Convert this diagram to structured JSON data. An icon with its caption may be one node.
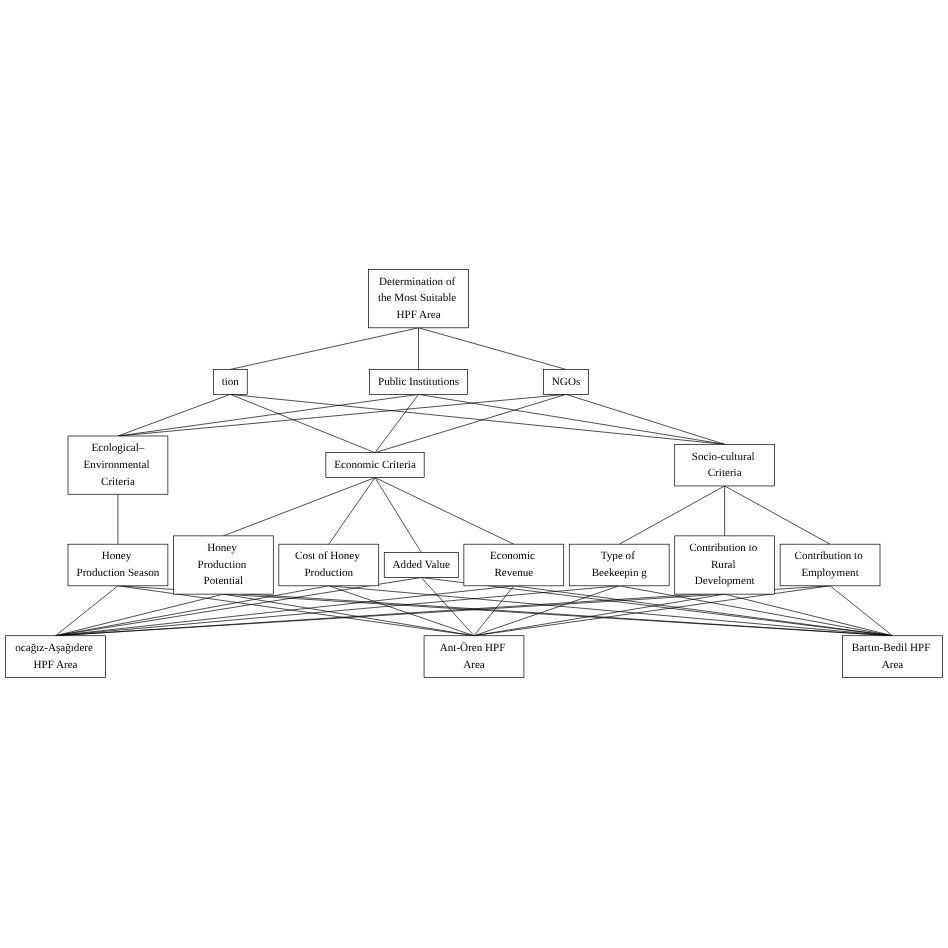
{
  "diagram": {
    "nodes": [
      {
        "text": [
          "Determination of the Most Suitable HPF Area"
        ]
      },
      {
        "text": [
          "tion"
        ]
      },
      {
        "text": [
          "Public Institutions"
        ]
      },
      {
        "text": [
          "NGOs"
        ]
      },
      {
        "text": [
          "Ecological–Environmental Criteria"
        ]
      },
      {
        "text": [
          "Economic Criteria"
        ]
      },
      {
        "text": [
          "Socio-cultural Criteria"
        ]
      },
      {
        "text": [
          "Honey Production Season"
        ]
      },
      {
        "text": [
          "Honey Production Potential"
        ]
      },
      {
        "text": [
          "Cost of Honey Production"
        ]
      },
      {
        "text": [
          "Added Value"
        ]
      },
      {
        "text": [
          "Economic Revenue"
        ]
      },
      {
        "text": [
          "Type of Beekeepin g"
        ]
      },
      {
        "text": [
          "Contribution to Rural Development"
        ]
      },
      {
        "text": [
          "Contribution to Employment"
        ]
      },
      {
        "text": [
          "ocağız-Aşağıdere HPF Area"
        ]
      },
      {
        "text": [
          "Ant-Ören HPF Area"
        ]
      },
      {
        "text": [
          "Bartın-Bedil HPF Area"
        ]
      }
    ],
    "edges": [
      {
        "from": 0,
        "to": 1,
        "arrow": "none"
      },
      {
        "from": 0,
        "to": 2,
        "arrow": "none"
      },
      {
        "from": 0,
        "to": 3,
        "arrow": "none"
      },
      {
        "from": 1,
        "to": 4,
        "arrow": "none"
      },
      {
        "from": 1,
        "to": 5,
        "arrow": "none"
      },
      {
        "from": 1,
        "to": 6,
        "arrow": "none"
      },
      {
        "from": 2,
        "to": 4,
        "arrow": "none"
      },
      {
        "from": 2,
        "to": 5,
        "arrow": "none"
      },
      {
        "from": 2,
        "to": 6,
        "arrow": "none"
      },
      {
        "from": 3,
        "to": 4,
        "arrow": "none"
      },
      {
        "from": 3,
        "to": 5,
        "arrow": "none"
      },
      {
        "from": 3,
        "to": 6,
        "arrow": "none"
      },
      {
        "from": 4,
        "to": 7,
        "arrow": "none"
      },
      {
        "from": 5,
        "to": 8,
        "arrow": "none"
      },
      {
        "from": 5,
        "to": 9,
        "arrow": "none"
      },
      {
        "from": 5,
        "to": 10,
        "arrow": "none"
      },
      {
        "from": 5,
        "to": 11,
        "arrow": "none"
      },
      {
        "from": 6,
        "to": 12,
        "arrow": "none"
      },
      {
        "from": 6,
        "to": 13,
        "arrow": "none"
      },
      {
        "from": 6,
        "to": 14,
        "arrow": "none"
      },
      {
        "from": 7,
        "to": 15,
        "arrow": "none"
      },
      {
        "from": 7,
        "to": 16,
        "arrow": "none"
      },
      {
        "from": 7,
        "to": 17,
        "arrow": "none"
      },
      {
        "from": 8,
        "to": 15,
        "arrow": "none"
      },
      {
        "from": 8,
        "to": 16,
        "arrow": "none"
      },
      {
        "from": 8,
        "to": 17,
        "arrow": "none"
      },
      {
        "from": 9,
        "to": 15,
        "arrow": "none"
      },
      {
        "from": 9,
        "to": 16,
        "arrow": "none"
      },
      {
        "from": 9,
        "to": 17,
        "arrow": "none"
      },
      {
        "from": 10,
        "to": 15,
        "arrow": "none"
      },
      {
        "from": 10,
        "to": 16,
        "arrow": "none"
      },
      {
        "from": 10,
        "to": 17,
        "arrow": "none"
      },
      {
        "from": 11,
        "to": 15,
        "arrow": "none"
      },
      {
        "from": 11,
        "to": 16,
        "arrow": "none"
      },
      {
        "from": 11,
        "to": 17,
        "arrow": "none"
      },
      {
        "from": 12,
        "to": 15,
        "arrow": "none"
      },
      {
        "from": 12,
        "to": 16,
        "arrow": "none"
      },
      {
        "from": 12,
        "to": 17,
        "arrow": "none"
      },
      {
        "from": 13,
        "to": 15,
        "arrow": "none"
      },
      {
        "from": 13,
        "to": 16,
        "arrow": "none"
      },
      {
        "from": 13,
        "to": 17,
        "arrow": "none"
      },
      {
        "from": 14,
        "to": 15,
        "arrow": "none"
      },
      {
        "from": 14,
        "to": 16,
        "arrow": "none"
      },
      {
        "from": 14,
        "to": 17,
        "arrow": "none"
      }
    ]
  }
}
